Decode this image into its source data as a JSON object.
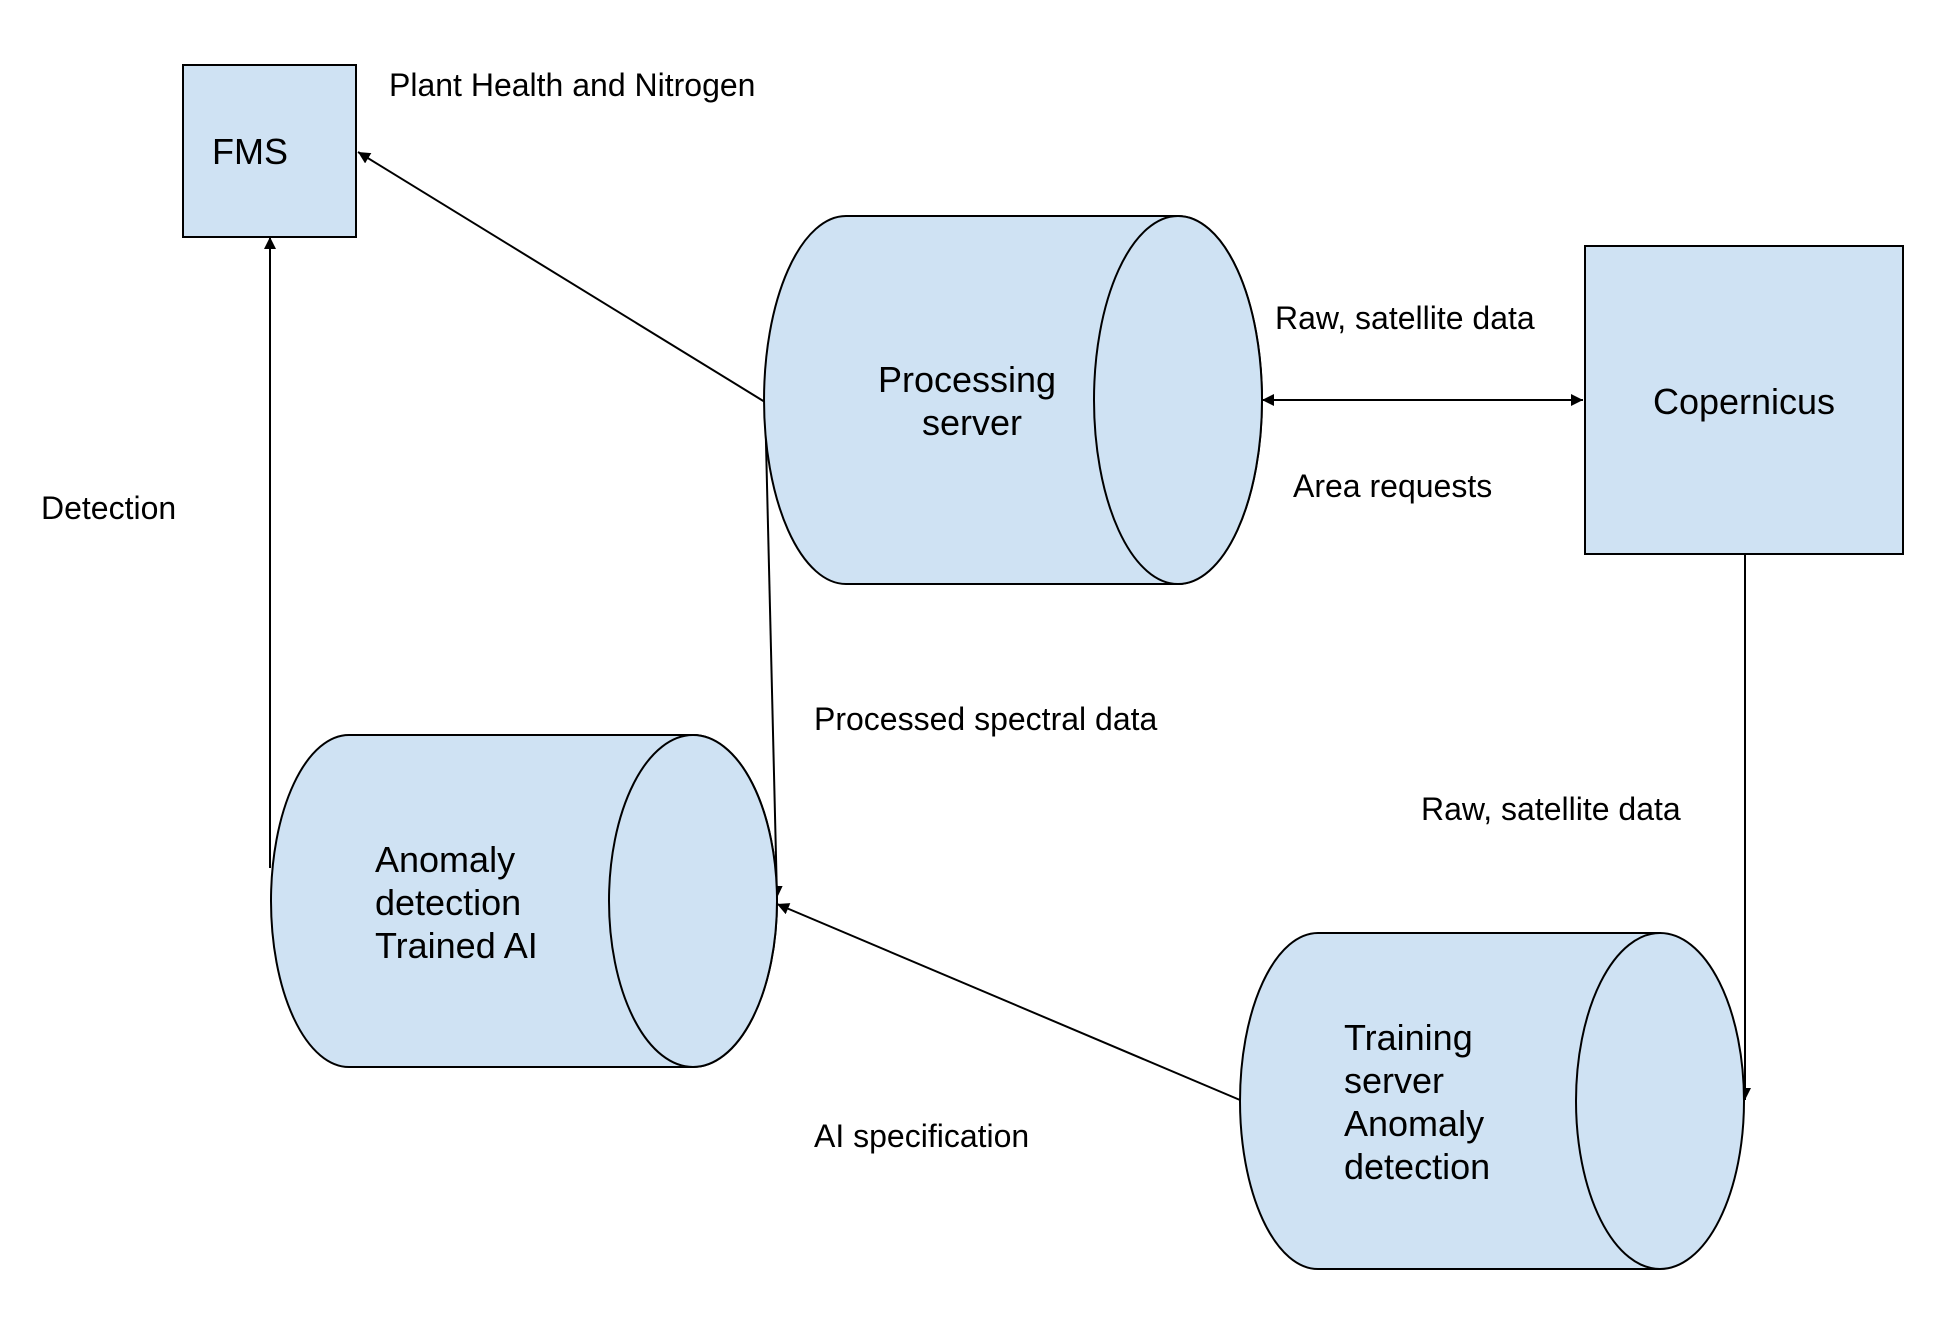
{
  "colors": {
    "node_fill": "#cfe2f3",
    "stroke": "#000000",
    "background": "#ffffff"
  },
  "nodes": {
    "fms": {
      "label": "FMS",
      "shape": "rectangle"
    },
    "copernicus": {
      "label": "Copernicus",
      "shape": "rectangle"
    },
    "processing_server": {
      "label_lines": [
        "Processing",
        "server"
      ],
      "shape": "cylinder"
    },
    "anomaly_detection": {
      "label_lines": [
        "Anomaly",
        "detection",
        "Trained AI"
      ],
      "shape": "cylinder"
    },
    "training_server": {
      "label_lines": [
        "Training",
        "server",
        "Anomaly",
        "detection"
      ],
      "shape": "cylinder"
    }
  },
  "edges": {
    "processing_to_fms": {
      "label": "Plant Health and Nitrogen"
    },
    "anomaly_to_fms": {
      "label": "Detection"
    },
    "copernicus_processing_raw": {
      "label": "Raw, satellite data"
    },
    "copernicus_processing_area": {
      "label": "Area requests"
    },
    "processing_to_anomaly": {
      "label": "Processed spectral data"
    },
    "copernicus_to_training": {
      "label": "Raw, satellite data"
    },
    "training_to_anomaly": {
      "label": "AI specification"
    }
  }
}
